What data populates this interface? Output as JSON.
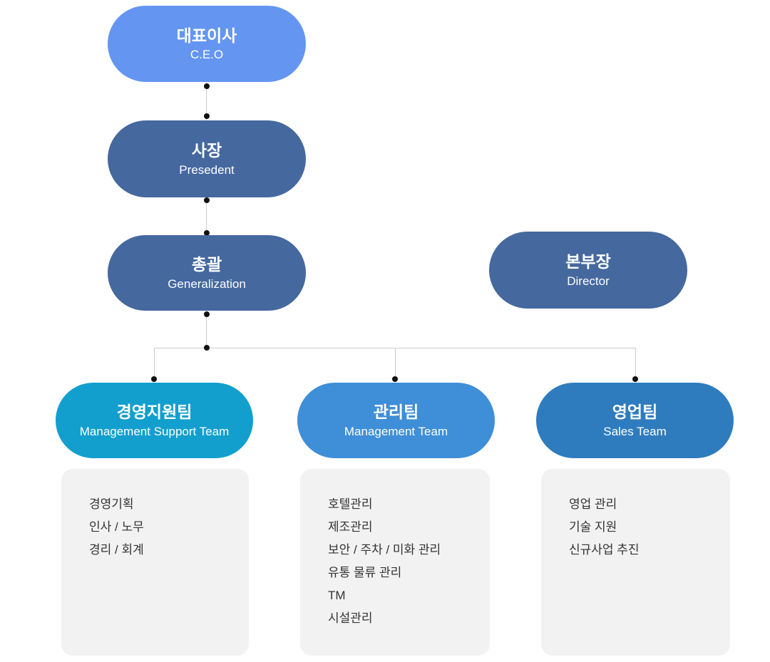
{
  "chart": {
    "type": "org-chart",
    "ceo": {
      "title": "대표이사",
      "subtitle": "C.E.O"
    },
    "president": {
      "title": "사장",
      "subtitle": "Presedent"
    },
    "general": {
      "title": "총괄",
      "subtitle": "Generalization"
    },
    "director": {
      "title": "본부장",
      "subtitle": "Director"
    },
    "teams": [
      {
        "title": "경영지원팀",
        "subtitle": "Management Support Team",
        "color": "#129FCE",
        "duties": [
          "경영기획",
          "인사 / 노무",
          "경리 / 회계"
        ]
      },
      {
        "title": "관리팀",
        "subtitle": "Management Team",
        "color": "#3E8ED8",
        "duties": [
          "호텔관리",
          "제조관리",
          "보안 / 주차 / 미화 관리",
          "유통 물류 관리",
          "TM",
          "시설관리"
        ]
      },
      {
        "title": "영업팀",
        "subtitle": "Sales Team",
        "color": "#2E7CBE",
        "duties": [
          "영업 관리",
          "기술 지원",
          "신규사업 추진"
        ]
      }
    ],
    "colors": {
      "ceo_node": "#6496F1",
      "executive_node": "#45689E",
      "node_text": "#FFFFFF",
      "connector_line": "#CCCCCC",
      "connector_dot": "#111111",
      "duty_box_bg": "#F2F2F2",
      "duty_text": "#333333",
      "background": "#FFFFFF"
    }
  }
}
